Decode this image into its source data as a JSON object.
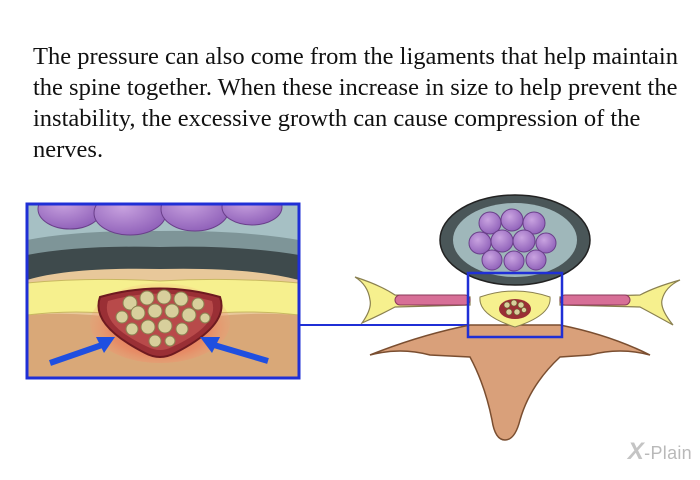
{
  "caption": "The pressure can also come from the ligaments that help maintain the spine together. When these increase in size to help prevent the instability, the excessive growth can cause compression of the nerves.",
  "illustration": {
    "subject": "spinal-canal-cross-section",
    "highlight_color": "#1f2fd6",
    "arrow_color": "#1f4fe0",
    "ligament_color": "#f6f08e",
    "nerve_color": "#b89ac0"
  },
  "logo": {
    "mark": "X",
    "text": "-Plain"
  }
}
